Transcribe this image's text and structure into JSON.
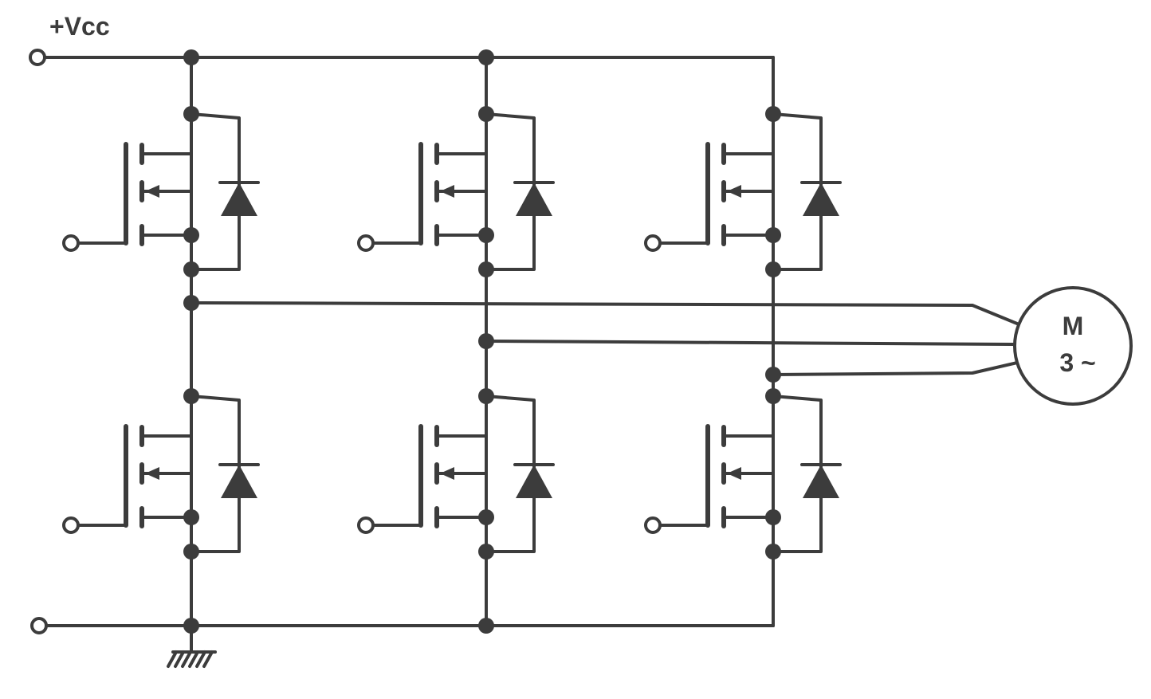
{
  "supply": {
    "label": "+Vcc"
  },
  "motor": {
    "line1": "M",
    "line2": "3 ~"
  },
  "colors": {
    "ink": "#3c3c3c",
    "background": "#ffffff"
  },
  "components": {
    "transistor_type": "power MOSFET",
    "diode_type": "freewheeling diode",
    "count": 6
  }
}
